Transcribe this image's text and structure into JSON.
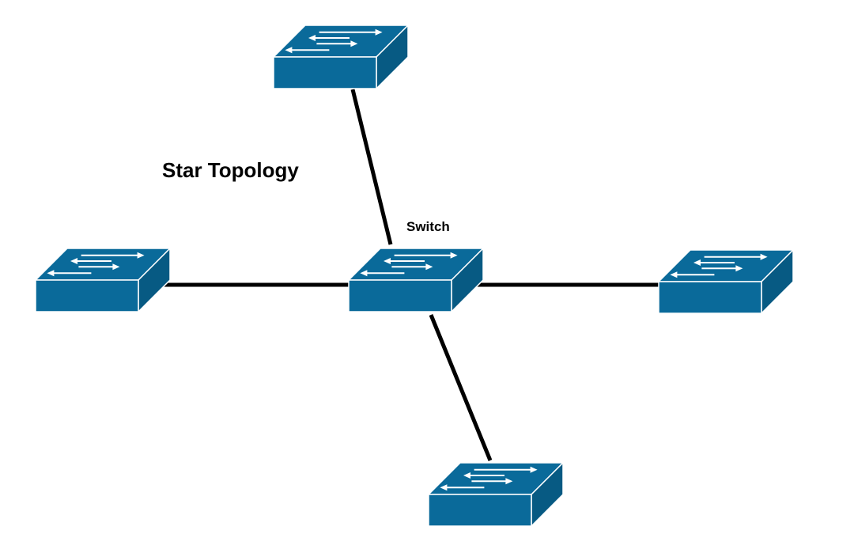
{
  "diagram": {
    "title": "Star Topology",
    "center_label": "Switch",
    "colors": {
      "switch_front": "#0a6a9a",
      "switch_top": "#0a6a9a",
      "switch_side": "#075a83",
      "switch_edge": "#ffffff",
      "arrow": "#ffffff",
      "link": "#000000",
      "background": "#ffffff"
    },
    "nodes": [
      {
        "id": "switch-center",
        "type": "switch-icon",
        "role": "hub"
      },
      {
        "id": "switch-top",
        "type": "switch-icon",
        "role": "spoke"
      },
      {
        "id": "switch-left",
        "type": "switch-icon",
        "role": "spoke"
      },
      {
        "id": "switch-right",
        "type": "switch-icon",
        "role": "spoke"
      },
      {
        "id": "switch-bottom",
        "type": "switch-icon",
        "role": "spoke"
      }
    ],
    "links": [
      {
        "from": "switch-center",
        "to": "switch-top"
      },
      {
        "from": "switch-center",
        "to": "switch-left"
      },
      {
        "from": "switch-center",
        "to": "switch-right"
      },
      {
        "from": "switch-center",
        "to": "switch-bottom"
      }
    ]
  }
}
